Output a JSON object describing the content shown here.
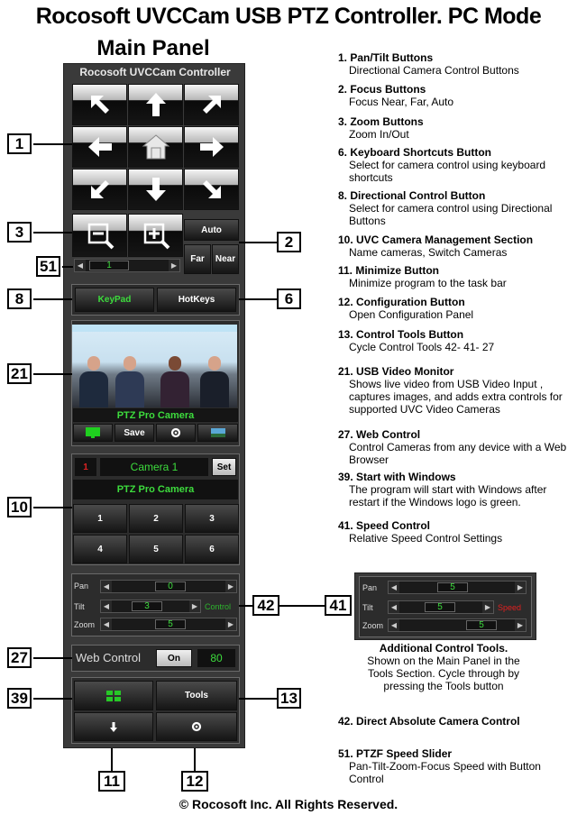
{
  "page": {
    "title": "Rocosoft UVCCam USB PTZ Controller. PC Mode",
    "subtitle": "Main Panel",
    "footer": "© Rocosoft Inc. All Rights Reserved."
  },
  "panel": {
    "title": "Rocosoft UVCCam Controller",
    "focus": {
      "auto": "Auto",
      "far": "Far",
      "near": "Near"
    },
    "speed_slider_value": "1",
    "keypad_label": "KeyPad",
    "hotkeys_label": "HotKeys",
    "video_caption": "PTZ Pro Camera",
    "video_buttons": {
      "save": "Save"
    },
    "camera": {
      "index": "1",
      "name": "Camera 1",
      "set_label": "Set",
      "model": "PTZ Pro Camera",
      "buttons": [
        "1",
        "2",
        "3",
        "4",
        "5",
        "6"
      ]
    },
    "control": {
      "pan_label": "Pan",
      "tilt_label": "Tilt",
      "zoom_label": "Zoom",
      "pan": "0",
      "tilt": "3",
      "zoom": "5",
      "mode": "Control"
    },
    "web": {
      "label": "Web Control",
      "toggle": "On",
      "port": "80"
    },
    "tools_label": "Tools"
  },
  "mini": {
    "pan_label": "Pan",
    "tilt_label": "Tilt",
    "zoom_label": "Zoom",
    "pan": "5",
    "tilt": "5",
    "zoom": "5",
    "mode": "Speed",
    "caption_title": "Additional Control Tools.",
    "caption_body": "Shown on the Main Panel in the Tools Section. Cycle through by pressing the Tools button"
  },
  "callouts": {
    "c1": "1",
    "c3": "3",
    "c2": "2",
    "c51": "51",
    "c8": "8",
    "c6": "6",
    "c21": "21",
    "c10": "10",
    "c42": "42",
    "c41": "41",
    "c27": "27",
    "c39": "39",
    "c13": "13",
    "c11": "11",
    "c12": "12"
  },
  "legend": [
    {
      "h": "1. Pan/Tilt Buttons",
      "b": "Directional Camera Control Buttons"
    },
    {
      "h": "2. Focus Buttons",
      "b": "Focus Near, Far, Auto"
    },
    {
      "h": "3. Zoom Buttons",
      "b": "Zoom In/Out"
    },
    {
      "h": "6. Keyboard Shortcuts Button",
      "b": "Select for camera control using keyboard shortcuts"
    },
    {
      "h": "8. Directional Control Button",
      "b": "Select for camera control using Directional Buttons"
    },
    {
      "h": "10. UVC Camera Management Section",
      "b": "Name cameras, Switch Cameras"
    },
    {
      "h": "11. Minimize Button",
      "b": "Minimize program to the task bar"
    },
    {
      "h": "12. Configuration Button",
      "b": "Open Configuration Panel"
    },
    {
      "h": "13. Control Tools Button",
      "b": "Cycle Control Tools 42- 41- 27"
    },
    {
      "h": "21. USB Video Monitor",
      "b": "Shows live video from USB Video Input , captures images, and adds extra controls for supported UVC Video Cameras"
    },
    {
      "h": "27. Web Control",
      "b": "Control Cameras from any device with a Web Browser"
    },
    {
      "h": "39. Start with Windows",
      "b": "The program will start with Windows after restart if the Windows logo is green."
    },
    {
      "h": "41. Speed Control",
      "b": "Relative Speed Control Settings"
    },
    {
      "h": "42. Direct Absolute Camera Control",
      "b": ""
    },
    {
      "h": "51. PTZF Speed Slider",
      "b": "Pan-Tilt-Zoom-Focus Speed with Button Control"
    }
  ]
}
